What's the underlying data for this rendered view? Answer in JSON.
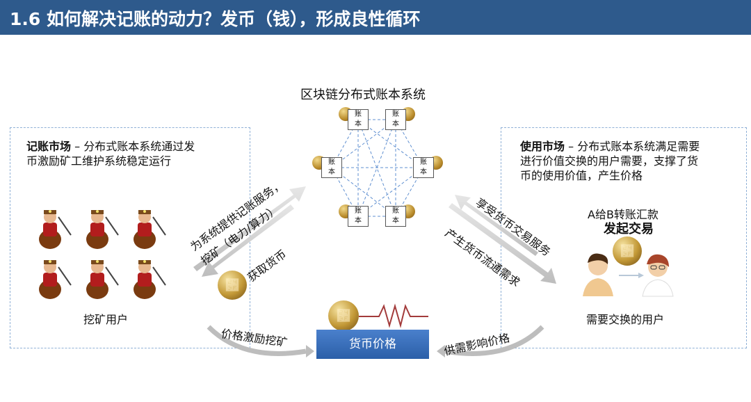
{
  "header": {
    "title": "1.6 如何解决记账的动力？发币（钱），形成良性循环"
  },
  "ledger": {
    "title": "区块链分布式账本系统",
    "node_label": "账本"
  },
  "left_panel": {
    "heading": "记账市场",
    "desc_line1": " – 分布式账本系统通过发",
    "desc_line2": "币激励矿工维护系统稳定运行",
    "caption": "挖矿用户"
  },
  "right_panel": {
    "heading": "使用市场",
    "desc_line1": " – 分布式账本系统满足需要",
    "desc_line2": "进行价值交换的用户需要，支撑了货",
    "desc_line3": "币的使用价值，产生价格",
    "transfer_line1": "A给B转账汇款",
    "transfer_line2": "发起交易",
    "caption": "需要交换的用户"
  },
  "arrows": {
    "left_up_1": "为系统提供记账服务，",
    "left_up_2": "挖矿（电力/算力）",
    "left_down": "获取货币",
    "right_up": "享受货币交易服务",
    "right_down": "产生货币流通需求",
    "bottom_left": "价格激励挖矿",
    "bottom_right": "供需影响价格"
  },
  "center": {
    "price_label": "货币价格"
  },
  "colors": {
    "title_bar": "#2e5a8c",
    "panel_border": "#8fb0d6",
    "price_box": "#3a6fbd",
    "arrow": "#d5d5d5"
  }
}
